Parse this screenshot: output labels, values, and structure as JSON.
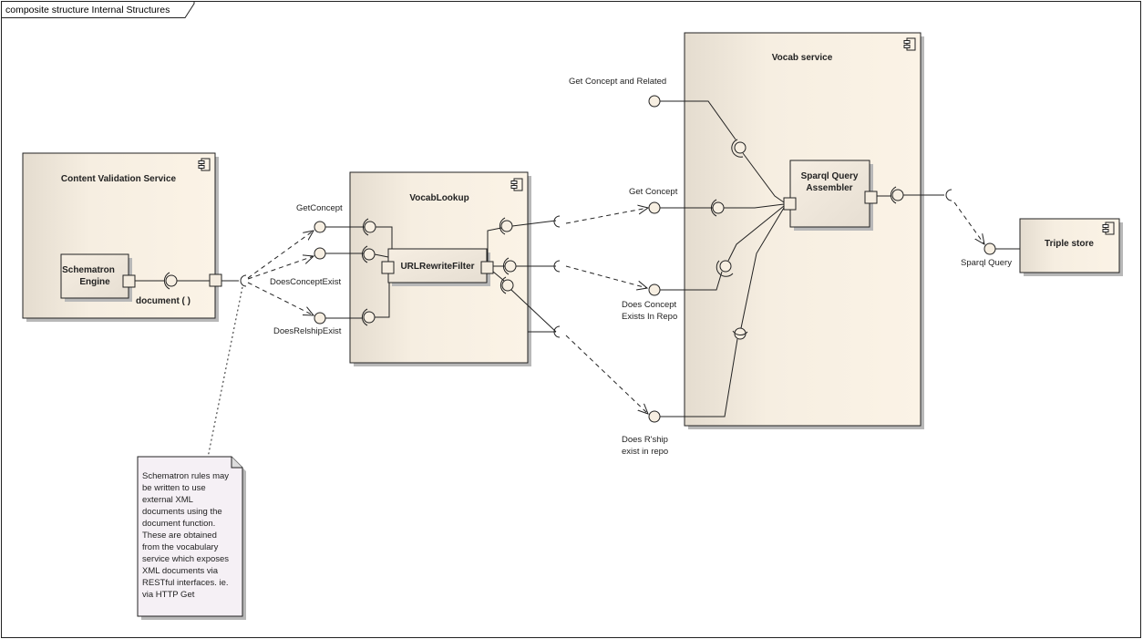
{
  "frame": {
    "title": "composite structure Internal Structures"
  },
  "components": {
    "content_validation": {
      "title": "Content Validation Service"
    },
    "schematron_engine": {
      "line1": "Schematron",
      "line2": "Engine"
    },
    "vocab_lookup": {
      "title": "VocabLookup"
    },
    "url_rewrite": {
      "title": "URLRewriteFilter"
    },
    "vocab_service": {
      "title": "Vocab service"
    },
    "sparql_assembler": {
      "line1": "Sparql Query",
      "line2": "Assembler"
    },
    "triple_store": {
      "title": "Triple store"
    }
  },
  "interfaces": {
    "document": "document ( )",
    "get_concept_left": "GetConcept",
    "does_concept_exist": "DoesConceptExist",
    "does_relship_exist": "DoesRelshipExist",
    "get_concept_related": "Get Concept and Related",
    "get_concept_right": "Get Concept",
    "does_concept_exists_repo_1": "Does Concept",
    "does_concept_exists_repo_2": "Exists In Repo",
    "does_rship_1": "Does R'ship",
    "does_rship_2": "exist in repo",
    "sparql_query": "Sparql Query"
  },
  "note": {
    "lines": [
      "Schematron rules may",
      "be written to use",
      "external XML",
      "documents using the",
      "document function.",
      "These are obtained",
      "from the vocabulary",
      "service which exposes",
      "XML documents via",
      "RESTful interfaces. ie.",
      "via HTTP Get"
    ]
  },
  "colors": {
    "component_fill_light": "#fbf3e6",
    "component_fill_dark": "#e4dccf",
    "note_fill": "#f5f0f5",
    "shadow": "#b8b8b8"
  }
}
